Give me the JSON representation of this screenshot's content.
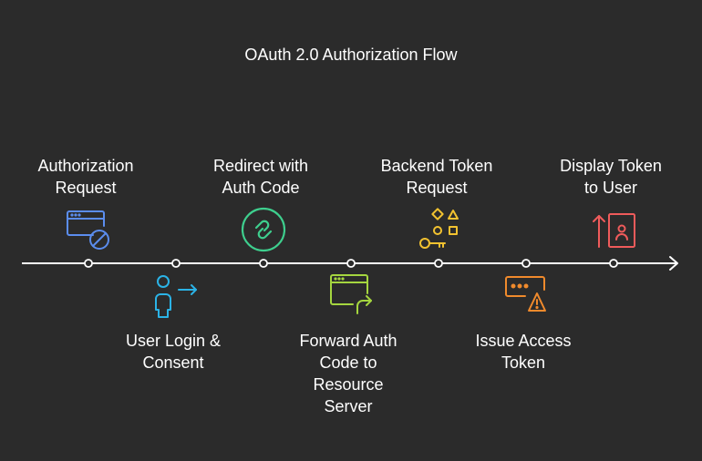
{
  "title": "OAuth 2.0 Authorization Flow",
  "steps": [
    {
      "label": "Authorization Request",
      "lines": [
        "Authorization",
        "Request"
      ],
      "icon": "browser-blocked-icon",
      "color": "#5b8def"
    },
    {
      "label": "User Login & Consent",
      "lines": [
        "User Login &",
        "Consent"
      ],
      "icon": "user-arrow-icon",
      "color": "#2bb3e6"
    },
    {
      "label": "Redirect with Auth Code",
      "lines": [
        "Redirect with",
        "Auth Code"
      ],
      "icon": "redirect-link-icon",
      "color": "#3ecf8e"
    },
    {
      "label": "Forward Auth Code to Resource Server",
      "lines": [
        "Forward Auth",
        "Code to",
        "Resource",
        "Server"
      ],
      "icon": "browser-forward-icon",
      "color": "#a5d63f"
    },
    {
      "label": "Backend Token Request",
      "lines": [
        "Backend Token",
        "Request"
      ],
      "icon": "key-shapes-icon",
      "color": "#f2c230"
    },
    {
      "label": "Issue Access Token",
      "lines": [
        "Issue Access",
        "Token"
      ],
      "icon": "password-warning-icon",
      "color": "#f08a2c"
    },
    {
      "label": "Display Token to User",
      "lines": [
        "Display Token",
        "to User"
      ],
      "icon": "upload-profile-icon",
      "color": "#ef5b5b"
    }
  ]
}
